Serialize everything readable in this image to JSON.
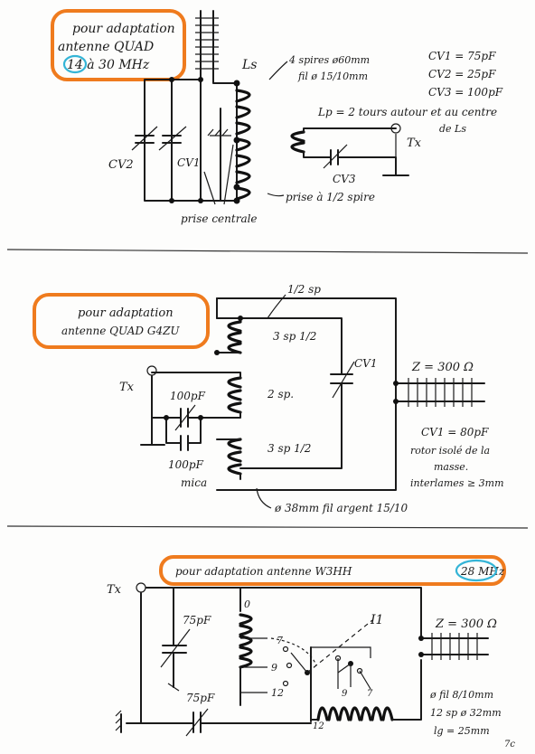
{
  "panel1": {
    "title_line1": "pour adaptation",
    "title_line2": "antenne QUAD",
    "band": "14 à 30 MHz",
    "cv1": "CV1 = 75pF",
    "cv2": "CV2 = 25pF",
    "cv3": "CV3 = 100pF",
    "ls_label": "Ls",
    "ls_note1": "4 spires ø60mm",
    "ls_note2": "fil ø 15/10mm",
    "lp_note1": "Lp = 2 tours autour et au centre",
    "lp_note2": "de Ls",
    "cv2_label": "CV2",
    "cv1_label": "CV1",
    "cv3_label": "CV3",
    "tx_label": "Tx",
    "tap_half": "prise à 1/2 spire",
    "tap_center": "prise centrale"
  },
  "panel2": {
    "title_line1": "pour adaptation",
    "title_line2": "antenne QUAD G4ZU",
    "half_turn": "1/2 sp",
    "turns_top": "3 sp 1/2",
    "turns_mid": "2 sp.",
    "turns_bot": "3 sp 1/2",
    "cv1_label": "CV1",
    "impedance": "Z = 300 Ω",
    "tx_label": "Tx",
    "cap1": "100pF",
    "cap2": "100pF",
    "mica": "mica",
    "cv1_value": "CV1 = 80pF",
    "note1": "rotor isolé de la",
    "note2": "masse.",
    "note3": "interlames ≥ 3mm",
    "wire": "ø 38mm fil argent 15/10"
  },
  "panel3": {
    "title": "pour adaptation antenne W3HH",
    "band": "28 MHz",
    "tx_label": "Tx",
    "cap_top": "75pF",
    "cap_bot": "75pF",
    "tap_0": "0",
    "tap_7": "7",
    "tap_9": "9",
    "tap_12": "12",
    "switch": "I1",
    "c12": "12",
    "c9": "9",
    "c7": "7",
    "impedance": "Z = 300 Ω",
    "spec1": "ø fil 8/10mm",
    "spec2": "12 sp ø 32mm",
    "spec3": "lg = 25mm",
    "page_num": "7c"
  }
}
